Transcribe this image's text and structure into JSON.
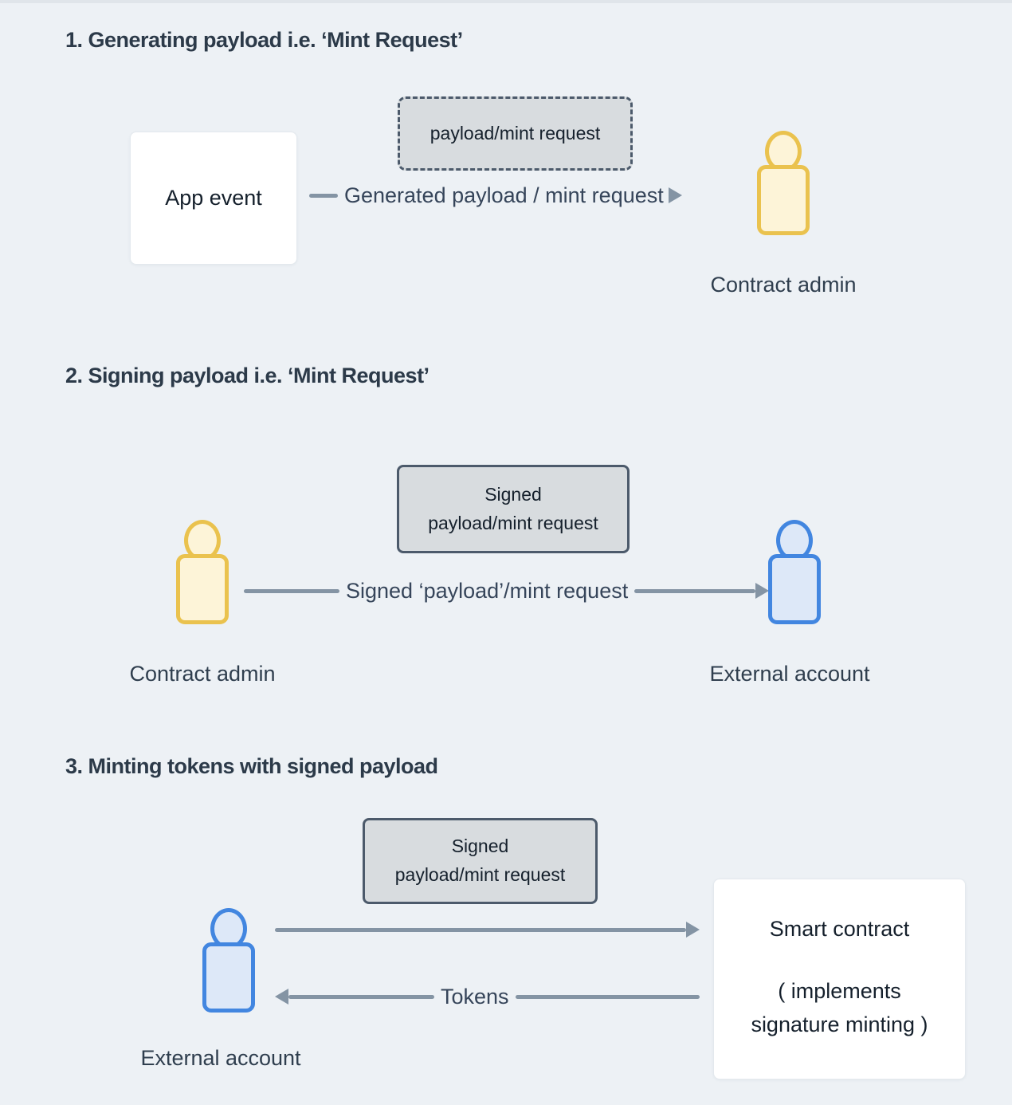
{
  "section1": {
    "heading": "1. Generating payload i.e. ‘Mint Request’",
    "app_event_label": "App event",
    "payload_box_label": "payload/mint request",
    "arrow_label": "Generated payload / mint request",
    "actor_label": "Contract admin"
  },
  "section2": {
    "heading": "2. Signing payload i.e. ‘Mint Request’",
    "payload_box_line1": "Signed",
    "payload_box_line2": "payload/mint request",
    "arrow_label": "Signed ‘payload’/mint request",
    "left_actor_label": "Contract admin",
    "right_actor_label": "External account"
  },
  "section3": {
    "heading": "3. Minting tokens with signed payload",
    "payload_box_line1": "Signed",
    "payload_box_line2": "payload/mint request",
    "actor_label": "External account",
    "tokens_arrow_label": "Tokens",
    "contract_line1": "Smart contract",
    "contract_line2": "( implements",
    "contract_line3": "signature minting )"
  },
  "colors": {
    "background": "#edf1f5",
    "heading_text": "#2c3a49",
    "label_text": "#36455a",
    "arrow": "#8494a4",
    "payload_box_fill": "#d8dcdf",
    "payload_box_border": "#4c5a6b",
    "admin_fill": "#fdf4d8",
    "admin_border": "#eac24e",
    "account_fill": "#dde8f8",
    "account_border": "#4286e0",
    "card_fill": "#ffffff"
  }
}
